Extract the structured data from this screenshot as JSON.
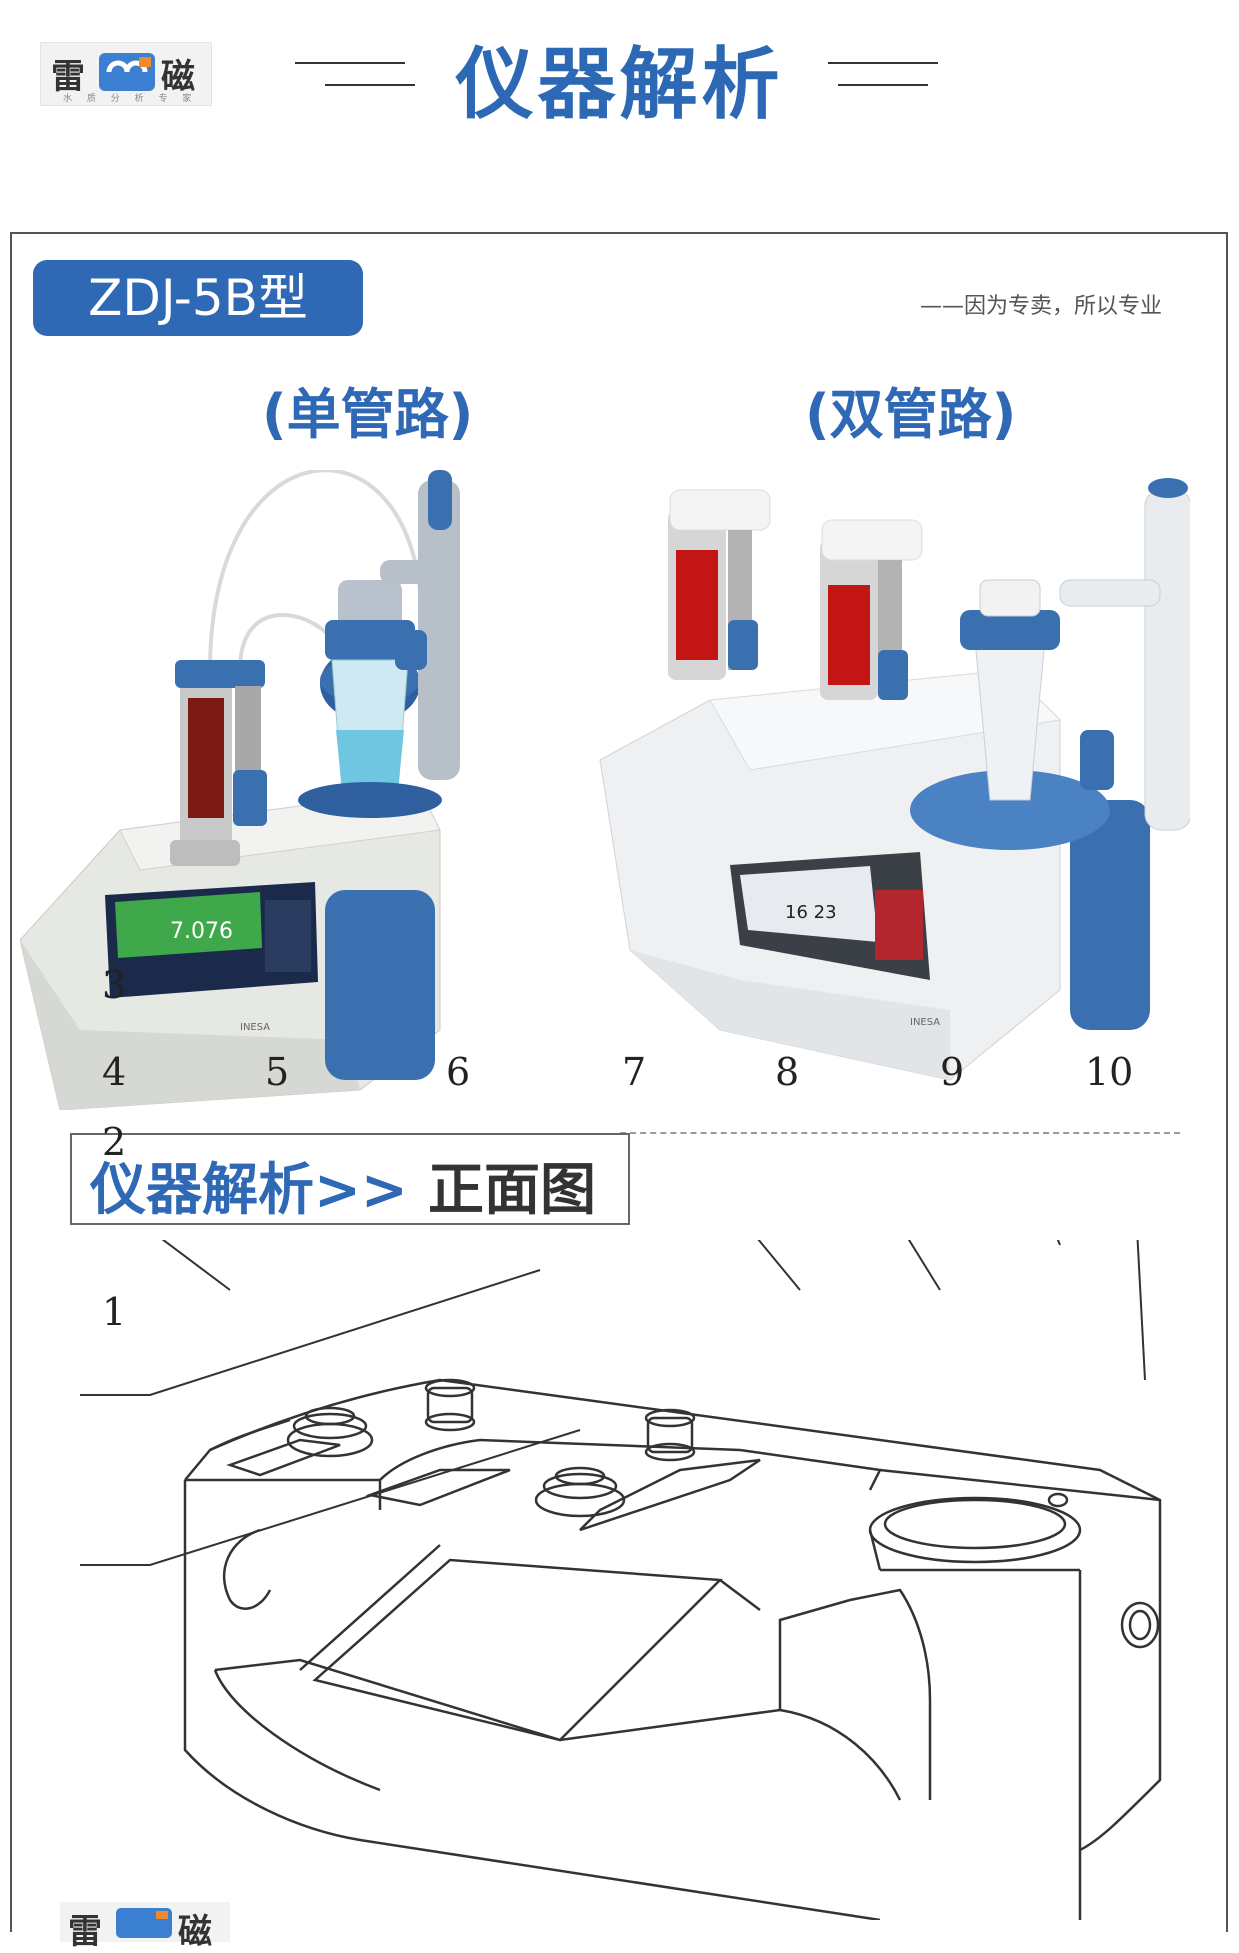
{
  "header": {
    "logo_text_left": "雷",
    "logo_text_right": "磁",
    "logo_sub": "水 质 分 析 专 家",
    "title": "仪器解析"
  },
  "product": {
    "model_badge": "ZDJ-5B型",
    "slogan": "——因为专卖，所以专业",
    "variant_single": "(单管路)",
    "variant_double": "(双管路)",
    "screen_single": "7.076",
    "screen_double": "16 23",
    "brand_mark": "INESA"
  },
  "section": {
    "prefix": "仪器解析>>",
    "title": "正面图"
  },
  "callouts": [
    "1",
    "2",
    "3",
    "4",
    "5",
    "6",
    "7",
    "8",
    "9",
    "10"
  ],
  "colors": {
    "accent": "#2f68b4",
    "instrument_blue": "#3a6fb0",
    "body_grey": "#e4e6e3"
  }
}
